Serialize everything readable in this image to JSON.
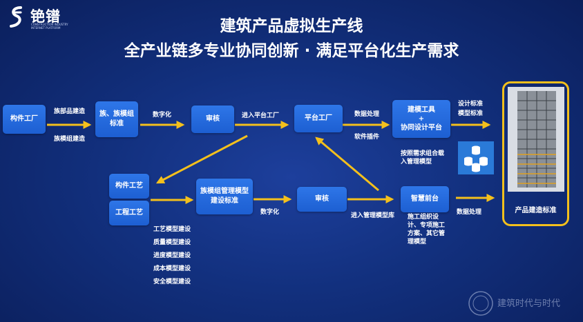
{
  "logo": {
    "name": "铯镨",
    "subtitle": "CONSTRUCTION INDUSTRY INTERNET PLATFORM"
  },
  "title": "建筑产品虚拟生产线",
  "subtitle": "全产业链多专业协同创新 · 满足平台化生产需求",
  "nodes": {
    "component_factory": "构件工厂",
    "family_standard": "族、族模组标准",
    "review_top": "审核",
    "platform_factory": "平台工厂",
    "build_tools": "建模工具\n+\n协同设计平台",
    "component_process": "构件工艺",
    "engineering_process": "工程工艺",
    "family_model_mgmt": "族模组管理模型建设标准",
    "review_bottom": "审核",
    "smart_frontend": "智慧前台",
    "product_standard": "产品建造标准"
  },
  "edge_labels": {
    "family_build": "族部品建造",
    "family_module_build": "族模组建造",
    "digitize_top": "数字化",
    "enter_platform": "进入平台工厂",
    "data_process_top": "数据处理",
    "software_plugin": "软件插件",
    "design_standard": "设计标准",
    "model_standard": "模型标准",
    "load_management": "按照需求组合载入管理模型",
    "digitize_bottom": "数字化",
    "enter_mgmt_library": "进入管理模型库",
    "data_process_bottom": "数据处理",
    "construction_plan": "施工组织设计、专项施工方案、其它管理模型"
  },
  "model_list": [
    "工艺模型建设",
    "质量模型建设",
    "进度模型建设",
    "成本模型建设",
    "安全模型建设"
  ],
  "watermark": "建筑时代与时代",
  "colors": {
    "box": "#2e76e8",
    "arrow": "#f4c01c",
    "background": "#12307e"
  }
}
